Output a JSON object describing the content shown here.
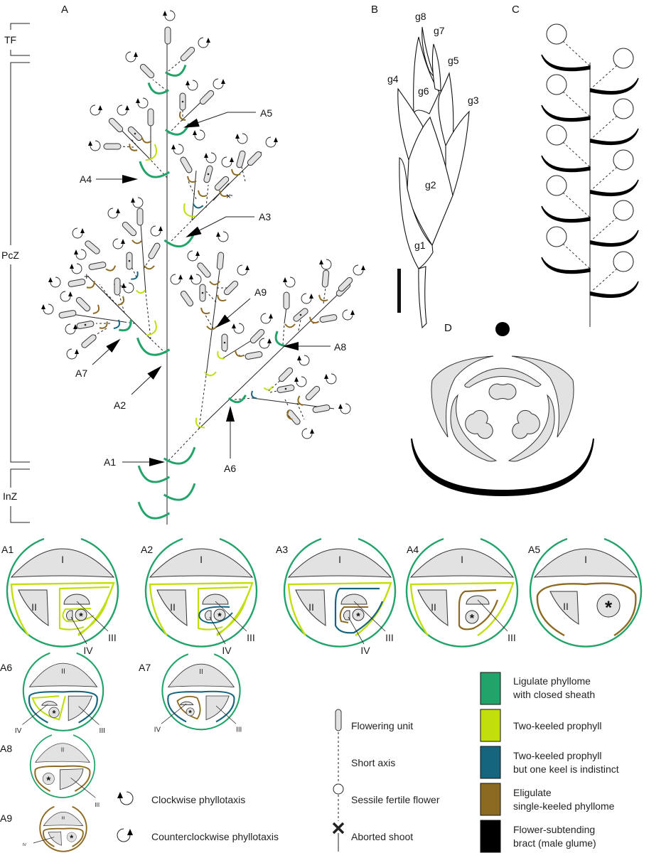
{
  "panels": {
    "A": "A",
    "B": "B",
    "C": "C",
    "D": "D"
  },
  "zones": {
    "tf": "TF",
    "pcz": "PcZ",
    "inz": "InZ"
  },
  "arrows": {
    "A1": "A1",
    "A2": "A2",
    "A3": "A3",
    "A4": "A4",
    "A5": "A5",
    "A6": "A6",
    "A7": "A7",
    "A8": "A8",
    "A9": "A9"
  },
  "symbols": {
    "asterisk": "*",
    "plus": "+",
    "cross": "×"
  },
  "glumes": {
    "g1": "g1",
    "g2": "g2",
    "g3": "g3",
    "g4": "g4",
    "g5": "g5",
    "g6": "g6",
    "g7": "g7",
    "g8": "g8"
  },
  "sections": {
    "A1": {
      "title": "A1",
      "n": [
        "I",
        "II",
        "III",
        "IV"
      ]
    },
    "A2": {
      "title": "A2",
      "n": [
        "I",
        "II",
        "III",
        "IV"
      ]
    },
    "A3": {
      "title": "A3",
      "n": [
        "I",
        "II",
        "III",
        "IV"
      ]
    },
    "A4": {
      "title": "A4",
      "n": [
        "I",
        "II",
        "III"
      ]
    },
    "A5": {
      "title": "A5",
      "n": [
        "I",
        "II"
      ]
    },
    "A6": {
      "title": "A6",
      "n": [
        "II",
        "III",
        "IV"
      ]
    },
    "A7": {
      "title": "A7",
      "n": [
        "II",
        "III",
        "IV"
      ]
    },
    "A8": {
      "title": "A8",
      "n": [
        "II",
        "III"
      ]
    },
    "A9": {
      "title": "A9",
      "n": [
        "III",
        "IV"
      ]
    }
  },
  "legend": {
    "clockwise": "Clockwise phyllotaxis",
    "counterclockwise": "Counterclockwise phyllotaxis",
    "flowering_unit": "Flowering unit",
    "short_axis": "Short axis",
    "sessile_flower": "Sessile fertile flower",
    "aborted_shoot": "Aborted shoot",
    "ligulate_1": "Ligulate phyllome",
    "ligulate_2": "with closed sheath",
    "prophyll": "Two-keeled prophyll",
    "prophyll_ind_1": "Two-keeled prophyll",
    "prophyll_ind_2": "but one keel is indistinct",
    "eligulate_1": "Eligulate",
    "eligulate_2": "single-keeled phyllome",
    "bract_1": "Flower-subtending",
    "bract_2": "bract (male glume)"
  },
  "colors": {
    "green": "#22a36a",
    "lime": "#c2de0c",
    "teal": "#15657f",
    "brown": "#8c6a22",
    "black": "#000000",
    "fu_fill": "#e2e2e2"
  }
}
